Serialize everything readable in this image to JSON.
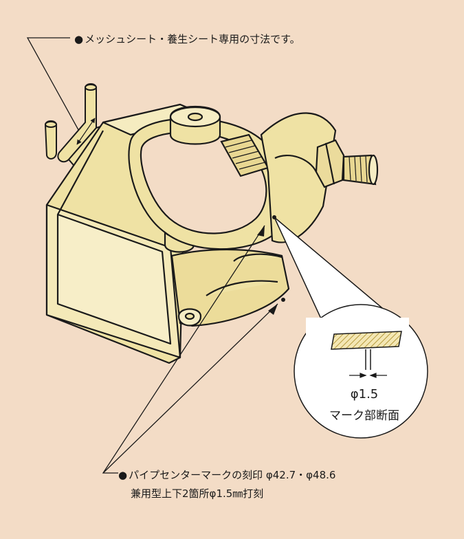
{
  "notes": {
    "top": "メッシュシート・養生シート専用の寸法です。",
    "bottom_line1": "パイプセンターマークの刻印 φ42.7・φ48.6",
    "bottom_line2": "兼用型上下2箇所φ1.5㎜打刻"
  },
  "detail": {
    "value": "φ1.5",
    "caption": "マーク部断面"
  },
  "colors": {
    "background": "#f3dcc6",
    "metal": "#efe2a4",
    "outline": "#1a1a1a",
    "detail_circle": "#ffffff"
  }
}
